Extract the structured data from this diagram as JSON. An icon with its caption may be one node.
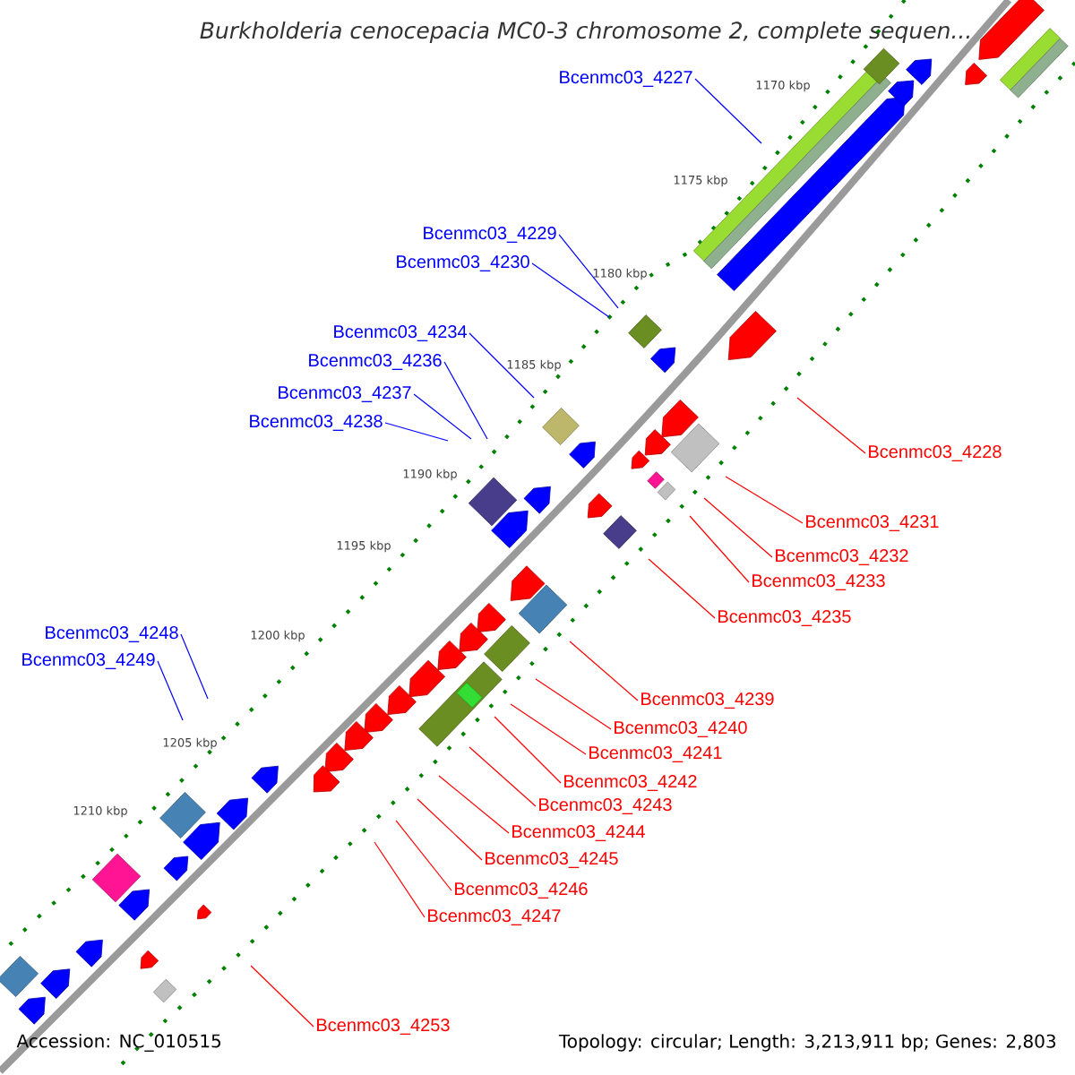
{
  "diagram": {
    "title": "Burkholderia cenocepacia MC0-3 chromosome 2, complete sequen...",
    "nodes": [
      {
        "text": [
          "Bcenmc03_4227"
        ]
      },
      {
        "text": [
          "Bcenmc03_4229"
        ]
      },
      {
        "text": [
          "Bcenmc03_4230"
        ]
      },
      {
        "text": [
          "Bcenmc03_4234"
        ]
      },
      {
        "text": [
          "Bcenmc03_4236"
        ]
      },
      {
        "text": [
          "Bcenmc03_4237"
        ]
      },
      {
        "text": [
          "Bcenmc03_4238"
        ]
      },
      {
        "text": [
          "Bcenmc03_4228"
        ]
      },
      {
        "text": [
          "Bcenmc03_4231"
        ]
      },
      {
        "text": [
          "Bcenmc03_4232"
        ]
      },
      {
        "text": [
          "Bcenmc03_4233"
        ]
      },
      {
        "text": [
          "Bcenmc03_4235"
        ]
      },
      {
        "text": [
          "Bcenmc03_4248"
        ]
      },
      {
        "text": [
          "Bcenmc03_4249"
        ]
      },
      {
        "text": [
          "Bcenmc03_4239"
        ]
      },
      {
        "text": [
          "Bcenmc03_4240"
        ]
      },
      {
        "text": [
          "Bcenmc03_4241"
        ]
      },
      {
        "text": [
          "Bcenmc03_4242"
        ]
      },
      {
        "text": [
          "Bcenmc03_4243"
        ]
      },
      {
        "text": [
          "Bcenmc03_4244"
        ]
      },
      {
        "text": [
          "Bcenmc03_4245"
        ]
      },
      {
        "text": [
          "Bcenmc03_4246"
        ]
      },
      {
        "text": [
          "Bcenmc03_4247"
        ]
      },
      {
        "text": [
          "Bcenmc03_4253"
        ]
      }
    ],
    "edges": [
      {
        "from": 0,
        "to": null,
        "arrow": "none",
        "color": "#0000ff"
      },
      {
        "from": 1,
        "to": null,
        "arrow": "none",
        "color": "#0000ff"
      },
      {
        "from": 2,
        "to": null,
        "arrow": "none",
        "color": "#0000ff"
      },
      {
        "from": 3,
        "to": null,
        "arrow": "none",
        "color": "#0000ff"
      },
      {
        "from": 4,
        "to": null,
        "arrow": "none",
        "color": "#0000ff"
      },
      {
        "from": 5,
        "to": null,
        "arrow": "none",
        "color": "#0000ff"
      },
      {
        "from": 6,
        "to": null,
        "arrow": "none",
        "color": "#0000ff"
      },
      {
        "from": 7,
        "to": null,
        "arrow": "none"
      },
      {
        "from": 8,
        "to": null,
        "arrow": "none"
      },
      {
        "from": 9,
        "to": null,
        "arrow": "none"
      },
      {
        "from": 10,
        "to": null,
        "arrow": "none"
      },
      {
        "from": 11,
        "to": null,
        "arrow": "none"
      },
      {
        "from": 12,
        "to": null,
        "arrow": "none",
        "color": "#0000ff"
      },
      {
        "from": 13,
        "to": null,
        "arrow": "none",
        "color": "#0000ff"
      },
      {
        "from": 14,
        "to": null,
        "arrow": "none"
      },
      {
        "from": 15,
        "to": null,
        "arrow": "none"
      },
      {
        "from": 16,
        "to": null,
        "arrow": "none"
      },
      {
        "from": 17,
        "to": null,
        "arrow": "none"
      },
      {
        "from": 18,
        "to": null,
        "arrow": "none"
      },
      {
        "from": 19,
        "to": null,
        "arrow": "none"
      },
      {
        "from": 20,
        "to": null,
        "arrow": "none"
      },
      {
        "from": 21,
        "to": null,
        "arrow": "none"
      },
      {
        "from": 22,
        "to": null,
        "arrow": "none"
      },
      {
        "from": 23,
        "to": null,
        "arrow": "none"
      }
    ],
    "labels": [
      "1170 kbp",
      "1175 kbp",
      "1180 kbp",
      "1185 kbp",
      "1190 kbp",
      "1195 kbp",
      "1200 kbp",
      "1205 kbp",
      "1210 kbp",
      "Accession: NC_010515",
      "Topology: circular; Length: 3,213,911 bp; Genes: 2,803"
    ]
  }
}
